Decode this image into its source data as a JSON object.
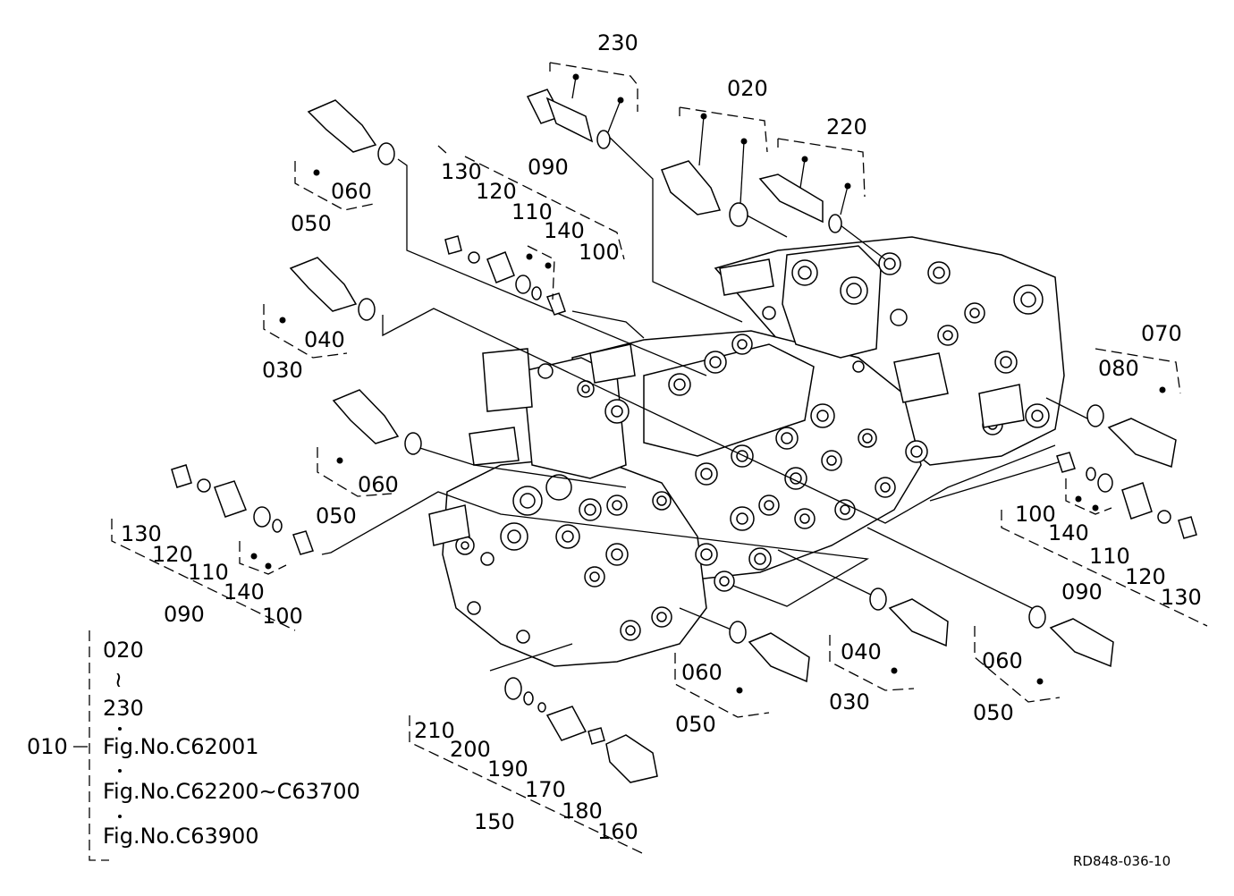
{
  "callouts": {
    "c230": "230",
    "c020_top": "020",
    "c220": "220",
    "c060_a": "060",
    "c050_a": "050",
    "c130_top": "130",
    "c090_top": "090",
    "c120_top": "120",
    "c110_top": "110",
    "c140_top": "140",
    "c100_top": "100",
    "c040_a": "040",
    "c030_a": "030",
    "c070": "070",
    "c080": "080",
    "c060_b": "060",
    "c050_b": "050",
    "c130_left": "130",
    "c120_left": "120",
    "c110_left": "110",
    "c140_left": "140",
    "c090_left": "090",
    "c100_left": "100",
    "c100_right": "100",
    "c140_right": "140",
    "c110_right": "110",
    "c120_right": "120",
    "c090_right": "090",
    "c130_right": "130",
    "c040_b": "040",
    "c030_b": "030",
    "c060_c": "060",
    "c050_c": "050",
    "c060_d": "060",
    "c050_d": "050",
    "c210": "210",
    "c200": "200",
    "c190": "190",
    "c170": "170",
    "c180": "180",
    "c160": "160",
    "c150": "150"
  },
  "legend": {
    "assembly": "010",
    "range_start": "020",
    "range_tilde": "≀",
    "range_end": "230",
    "fig1": "Fig.No.C62001",
    "fig2": "Fig.No.C62200∼C63700",
    "fig3": "Fig.No.C63900"
  },
  "reference_code": "RD848-036-10"
}
